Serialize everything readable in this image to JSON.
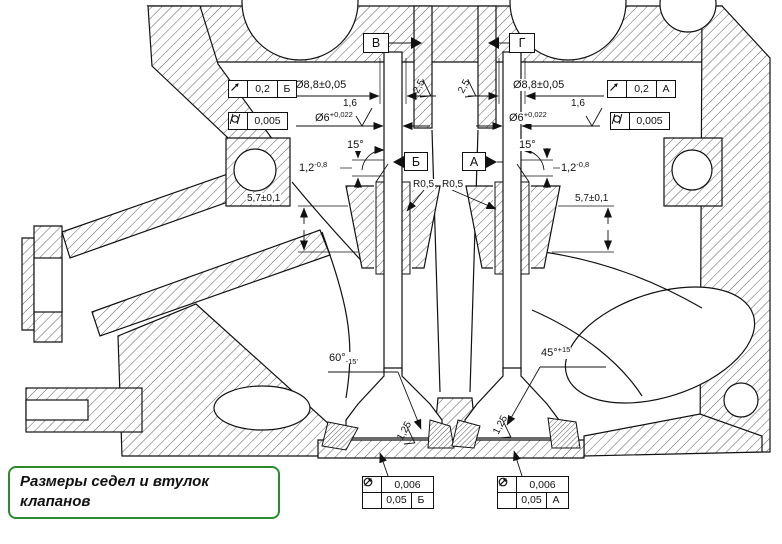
{
  "caption": {
    "line1": "Размеры седел и втулок",
    "line2": "клапанов"
  },
  "datums": {
    "top_left": "В",
    "top_right": "Г",
    "mid_left": "Б",
    "mid_right": "А"
  },
  "annotations": {
    "left": {
      "stem_dia": "Ø8,8±0,05",
      "runout_frame": {
        "value": "0,2",
        "datum": "Б"
      },
      "guide_roughness": "1,6",
      "guide_dia_base": "Ø6",
      "guide_dia_tol": "+0,022",
      "cylindricity_frame": {
        "value": "0,005"
      },
      "chamfer_angle": "15°",
      "chamfer_depth_base": "1,2",
      "chamfer_depth_tol": "-0,8",
      "fillet_radius": "R0,5",
      "guide_height": "5,7±0,1",
      "seat_angle_base": "60°",
      "seat_angle_tol": "-15'",
      "stem_top_roughness": "2,5",
      "seat_roughness": "1,25",
      "seat_frame": {
        "circularity_value": "0,006",
        "runout_value": "0,05",
        "datum": "Б"
      }
    },
    "right": {
      "stem_dia": "Ø8,8±0,05",
      "runout_frame": {
        "value": "0,2",
        "datum": "А"
      },
      "guide_roughness": "1,6",
      "guide_dia_base": "Ø6",
      "guide_dia_tol": "+0,022",
      "cylindricity_frame": {
        "value": "0,005"
      },
      "chamfer_angle": "15°",
      "chamfer_depth_base": "1,2",
      "chamfer_depth_tol": "-0,8",
      "fillet_radius": "R0,5",
      "guide_height": "5,7±0,1",
      "seat_angle_base": "45°",
      "seat_angle_tol": "+15'",
      "stem_top_roughness": "2,5",
      "seat_roughness": "1,25",
      "seat_frame": {
        "circularity_value": "0,006",
        "runout_value": "0,05",
        "datum": "А"
      }
    }
  }
}
